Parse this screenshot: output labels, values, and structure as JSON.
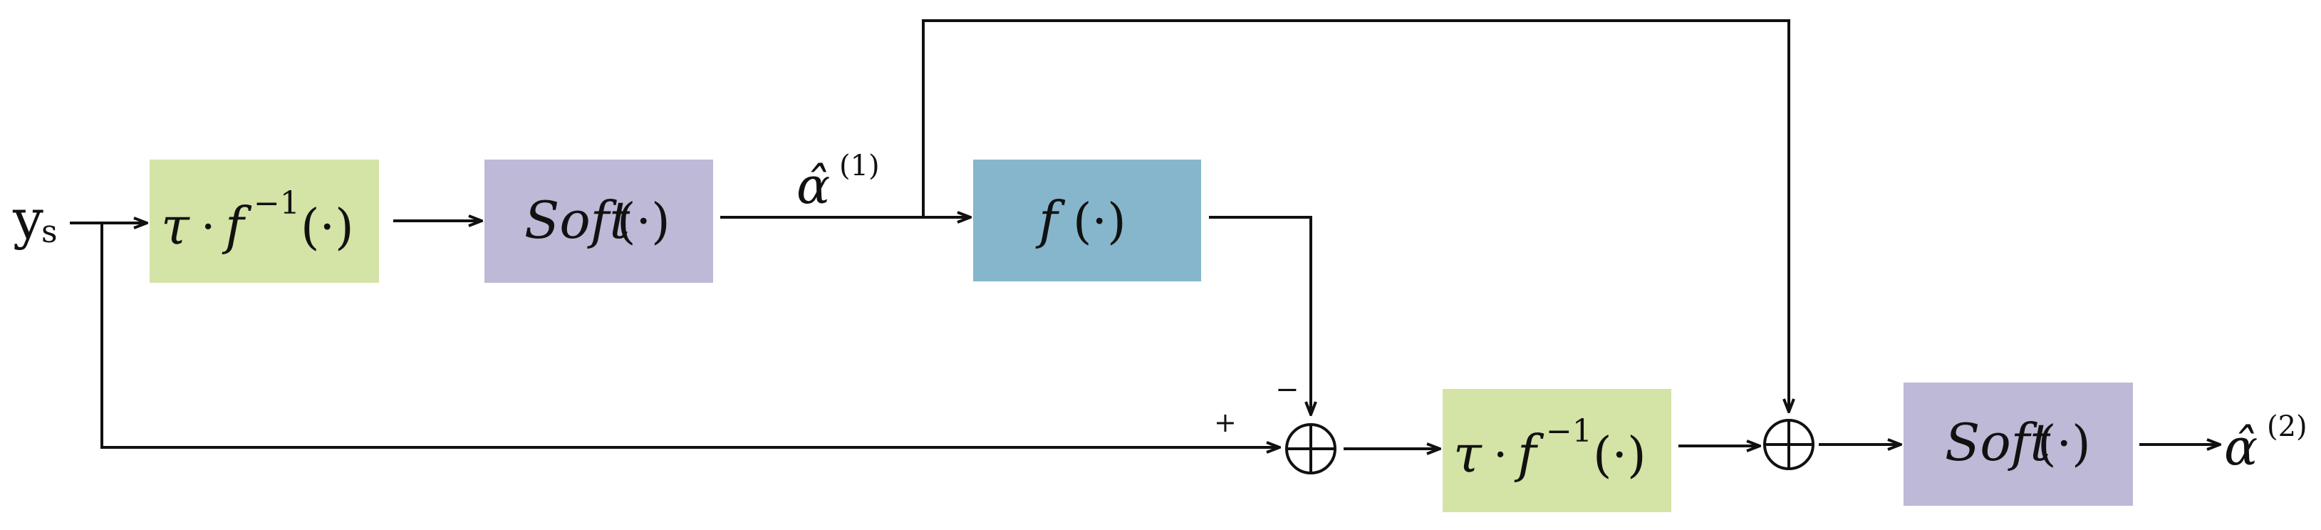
{
  "colors": {
    "green_block": "#d4e3a6",
    "purple_block": "#bdb9d6",
    "blue_block": "#86b6cb",
    "line": "#111111"
  },
  "input": {
    "label": "y",
    "subscript": "s"
  },
  "blocks": {
    "inv_transform_1": {
      "tau": "τ",
      "dot": "·",
      "f": "f",
      "sup": "−1",
      "arg": "(·)"
    },
    "soft_1": {
      "name": "Soft",
      "arg": "(·)"
    },
    "forward_transform": {
      "f": "f",
      "arg": "(·)"
    },
    "inv_transform_2": {
      "tau": "τ",
      "dot": "·",
      "f": "f",
      "sup": "−1",
      "arg": "(·)"
    },
    "soft_2": {
      "name": "Soft",
      "arg": "(·)"
    }
  },
  "signals": {
    "alpha_1": {
      "base": "α̂",
      "sup": "(1)"
    },
    "alpha_2": {
      "base": "α̂",
      "sup": "(2)"
    }
  },
  "sum_signs": {
    "minus": "−",
    "plus": "+"
  },
  "sum_symbol": "⊕"
}
